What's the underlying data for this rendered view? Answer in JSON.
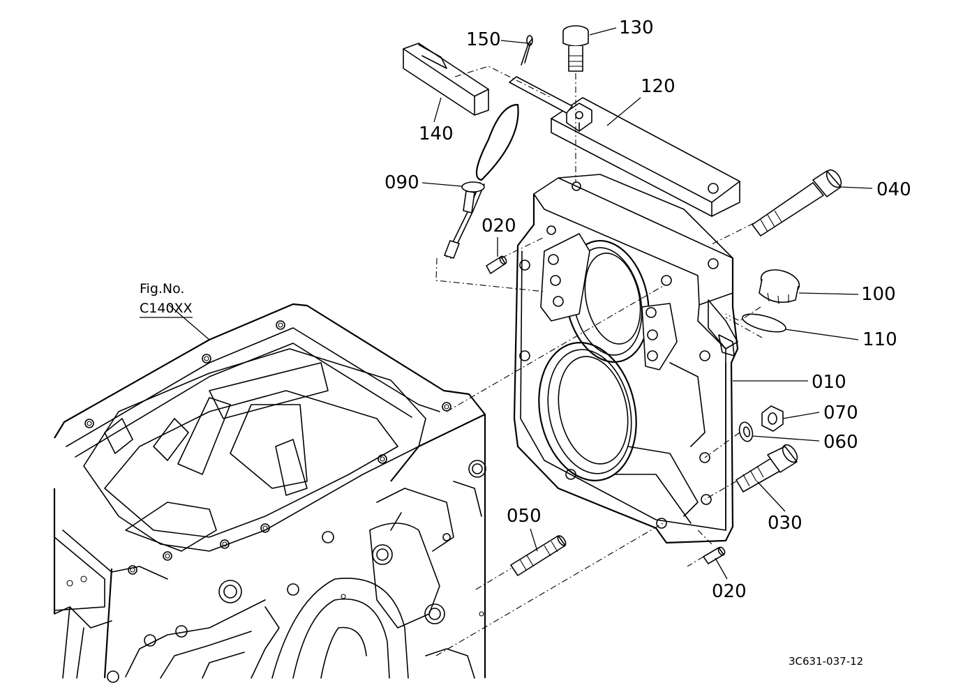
{
  "figure_reference": {
    "line1": "Fig.No.",
    "line2": "C140XX"
  },
  "drawing_code": "3C631-037-12",
  "parts": [
    {
      "id": "label-010",
      "number": "010"
    },
    {
      "id": "label-020-top",
      "number": "020"
    },
    {
      "id": "label-020-bottom",
      "number": "020"
    },
    {
      "id": "label-030",
      "number": "030"
    },
    {
      "id": "label-040",
      "number": "040"
    },
    {
      "id": "label-050",
      "number": "050"
    },
    {
      "id": "label-060",
      "number": "060"
    },
    {
      "id": "label-070",
      "number": "070"
    },
    {
      "id": "label-090",
      "number": "090"
    },
    {
      "id": "label-100",
      "number": "100"
    },
    {
      "id": "label-110",
      "number": "110"
    },
    {
      "id": "label-120",
      "number": "120"
    },
    {
      "id": "label-130",
      "number": "130"
    },
    {
      "id": "label-140",
      "number": "140"
    },
    {
      "id": "label-150",
      "number": "150"
    }
  ]
}
